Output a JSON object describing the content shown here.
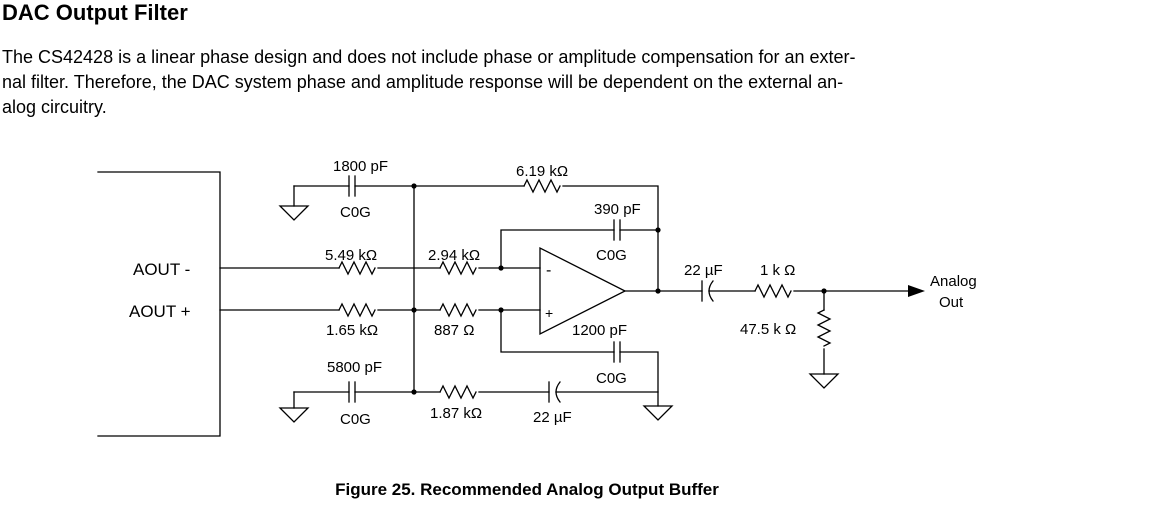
{
  "heading": "DAC Output Filter",
  "paragraph": {
    "line1": "The CS42428 is a linear phase design and does not include phase or amplitude compensation for an exter-",
    "line2": "nal filter. Therefore, the DAC system phase and amplitude response will be dependent on the external an-",
    "line3": "alog circuitry."
  },
  "schematic": {
    "pins": {
      "aout_minus": "AOUT -",
      "aout_plus": "AOUT +"
    },
    "components": {
      "c_1800": "1800 pF",
      "c_1800_type": "C0G",
      "r_619": "6.19 kΩ",
      "c_390": "390 pF",
      "c_390_type": "C0G",
      "r_549": "5.49 kΩ",
      "r_294": "2.94 kΩ",
      "c_22u_out": "22 µF",
      "r_1k": "1 k Ω",
      "r_165": "1.65 kΩ",
      "r_887": "887 Ω",
      "c_1200": "1200 pF",
      "c_1200_type": "C0G",
      "r_475": "47.5 k Ω",
      "c_5800": "5800 pF",
      "c_5800_type": "C0G",
      "r_187": "1.87 kΩ",
      "c_22u_bot": "22 µF"
    },
    "opamp": {
      "minus": "-",
      "plus": "+"
    },
    "output_label_1": "Analog",
    "output_label_2": "Out"
  },
  "caption": "Figure 25.  Recommended Analog Output Buffer"
}
